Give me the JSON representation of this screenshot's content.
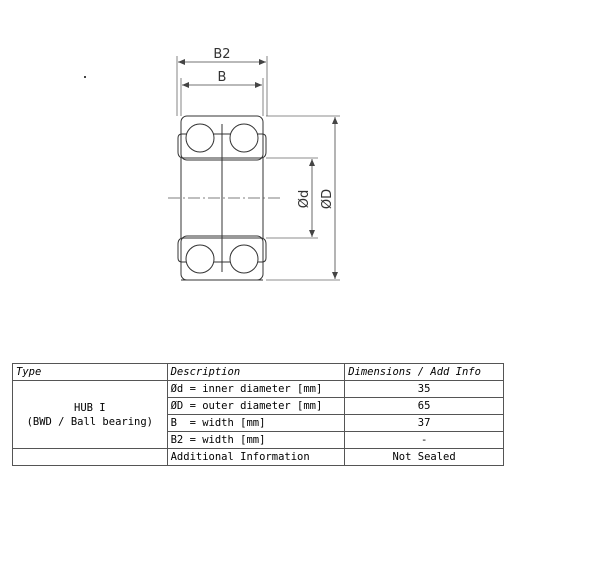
{
  "drawing": {
    "labels": {
      "b2": "B2",
      "b": "B",
      "d_inner": "Ød",
      "d_outer": "ØD"
    }
  },
  "table": {
    "headers": {
      "type": "Type",
      "description": "Description",
      "dimensions": "Dimensions / Add Info"
    },
    "type_line1": "HUB I",
    "type_line2": "(BWD / Ball bearing)",
    "rows": [
      {
        "description": "Ød = inner diameter [mm]",
        "value": "35"
      },
      {
        "description": "ØD = outer diameter [mm]",
        "value": "65"
      },
      {
        "description": "B  = width [mm]",
        "value": "37"
      },
      {
        "description": "B2 = width [mm]",
        "value": "-"
      },
      {
        "description": "Additional Information",
        "value": "Not Sealed"
      }
    ]
  }
}
